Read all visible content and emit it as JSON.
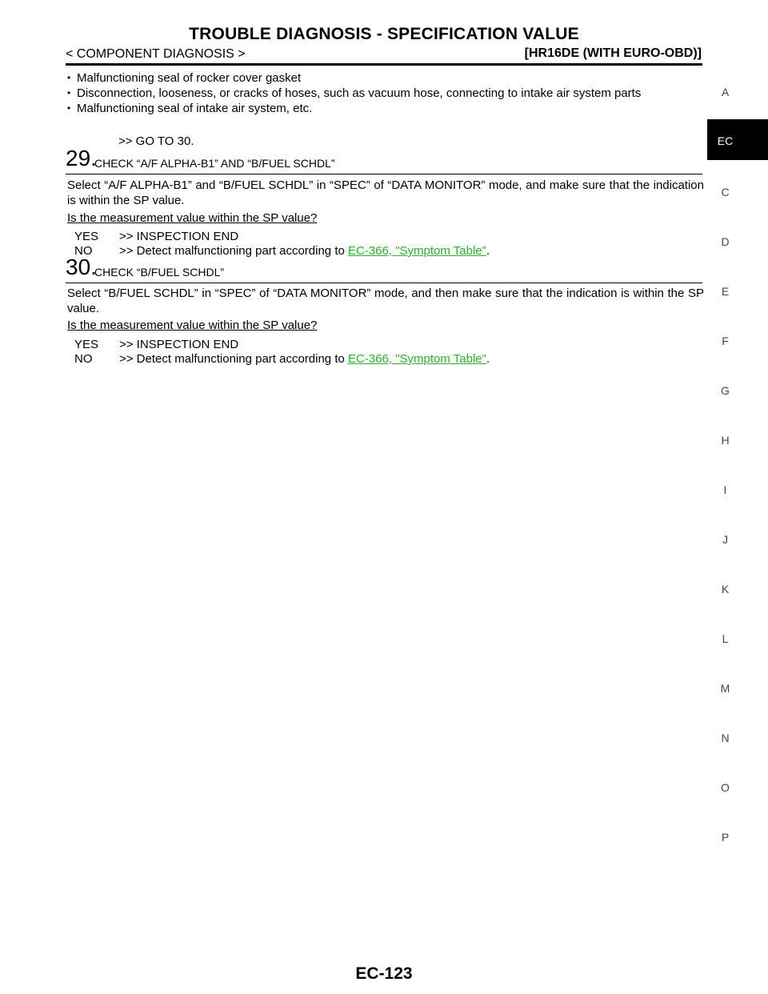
{
  "header": {
    "title": "TROUBLE DIAGNOSIS - SPECIFICATION VALUE",
    "section": "< COMPONENT DIAGNOSIS >",
    "engine": "[HR16DE (WITH EURO-OBD)]"
  },
  "side_index": {
    "letters": [
      "A",
      "C",
      "D",
      "E",
      "F",
      "G",
      "H",
      "I",
      "J",
      "K",
      "L",
      "M",
      "N",
      "O",
      "P"
    ],
    "active_tab": "EC"
  },
  "intro": {
    "bullets": [
      "Malfunctioning seal of rocker cover gasket",
      "Disconnection, looseness, or cracks of hoses, such as vacuum hose, connecting to intake air system parts",
      "Malfunctioning seal of intake air system, etc."
    ],
    "goto": ">> GO TO 30."
  },
  "steps": [
    {
      "number": "29.",
      "title": "CHECK “A/F ALPHA-B1” AND “B/FUEL SCHDL”",
      "instruction": "Select “A/F ALPHA-B1” and “B/FUEL SCHDL” in “SPEC” of “DATA MONITOR” mode, and make sure that the indication is within the SP value.",
      "question": "Is the measurement value within the SP value?",
      "yes_key": "YES",
      "yes_text": ">> INSPECTION END",
      "no_key": "NO",
      "no_text": ">> Detect malfunctioning part according to ",
      "link": "EC-366, \"Symptom Table\"",
      "after_link": "."
    },
    {
      "number": "30.",
      "title": "CHECK “B/FUEL SCHDL”",
      "instruction": "Select “B/FUEL SCHDL” in “SPEC” of “DATA MONITOR” mode, and then make sure that the indication is within the SP value.",
      "question": "Is the measurement value within the SP value?",
      "yes_key": "YES",
      "yes_text": ">> INSPECTION END",
      "no_key": "NO",
      "no_text": ">> Detect malfunctioning part according to ",
      "link": "EC-366, \"Symptom Table\"",
      "after_link": "."
    }
  ],
  "footer": {
    "page_number": "EC-123"
  }
}
